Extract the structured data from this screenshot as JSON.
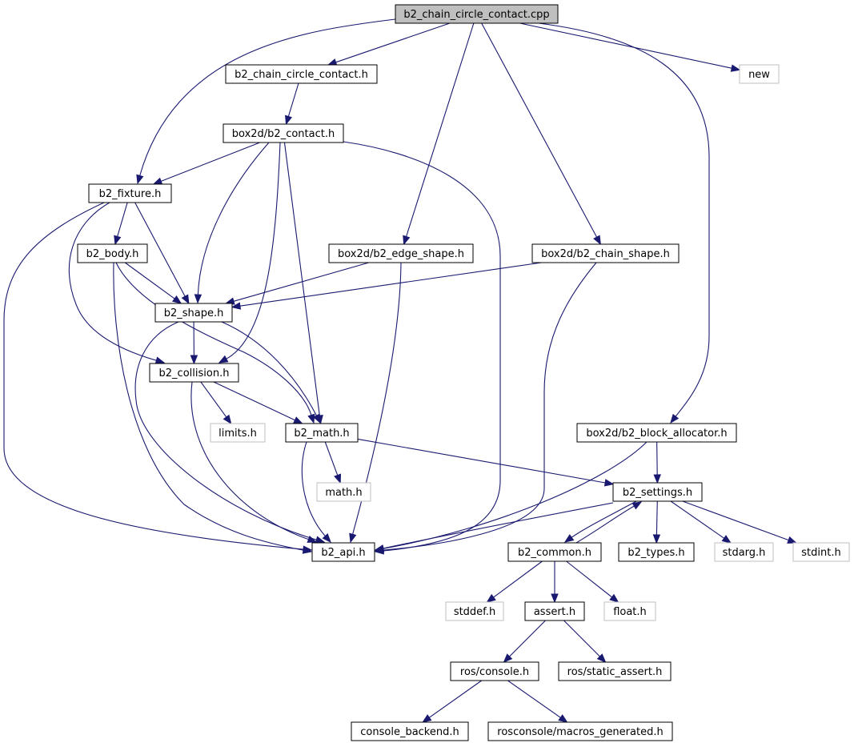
{
  "graph": {
    "nodes": [
      {
        "id": "cpp",
        "label": "b2_chain_circle_contact.cpp",
        "style": "root"
      },
      {
        "id": "cch",
        "label": "b2_chain_circle_contact.h",
        "style": "normal"
      },
      {
        "id": "new",
        "label": "new",
        "style": "external"
      },
      {
        "id": "contact",
        "label": "box2d/b2_contact.h",
        "style": "normal"
      },
      {
        "id": "fixture",
        "label": "b2_fixture.h",
        "style": "normal"
      },
      {
        "id": "body",
        "label": "b2_body.h",
        "style": "normal"
      },
      {
        "id": "edge",
        "label": "box2d/b2_edge_shape.h",
        "style": "normal"
      },
      {
        "id": "chain",
        "label": "box2d/b2_chain_shape.h",
        "style": "normal"
      },
      {
        "id": "shape",
        "label": "b2_shape.h",
        "style": "normal"
      },
      {
        "id": "coll",
        "label": "b2_collision.h",
        "style": "normal"
      },
      {
        "id": "limits",
        "label": "limits.h",
        "style": "external"
      },
      {
        "id": "math",
        "label": "b2_math.h",
        "style": "normal"
      },
      {
        "id": "block",
        "label": "box2d/b2_block_allocator.h",
        "style": "normal"
      },
      {
        "id": "mathh",
        "label": "math.h",
        "style": "external"
      },
      {
        "id": "settings",
        "label": "b2_settings.h",
        "style": "normal"
      },
      {
        "id": "api",
        "label": "b2_api.h",
        "style": "normal"
      },
      {
        "id": "common",
        "label": "b2_common.h",
        "style": "normal"
      },
      {
        "id": "types",
        "label": "b2_types.h",
        "style": "normal"
      },
      {
        "id": "stdarg",
        "label": "stdarg.h",
        "style": "external"
      },
      {
        "id": "stdint",
        "label": "stdint.h",
        "style": "external"
      },
      {
        "id": "stddef",
        "label": "stddef.h",
        "style": "external"
      },
      {
        "id": "assert",
        "label": "assert.h",
        "style": "normal"
      },
      {
        "id": "float",
        "label": "float.h",
        "style": "external"
      },
      {
        "id": "rosconsole",
        "label": "ros/console.h",
        "style": "normal"
      },
      {
        "id": "static",
        "label": "ros/static_assert.h",
        "style": "normal"
      },
      {
        "id": "backend",
        "label": "console_backend.h",
        "style": "normal"
      },
      {
        "id": "macros",
        "label": "rosconsole/macros_generated.h",
        "style": "normal"
      }
    ],
    "edges": [
      {
        "from": "cpp",
        "to": "cch"
      },
      {
        "from": "cpp",
        "to": "fixture"
      },
      {
        "from": "cpp",
        "to": "edge"
      },
      {
        "from": "cpp",
        "to": "chain"
      },
      {
        "from": "cpp",
        "to": "block"
      },
      {
        "from": "cpp",
        "to": "new"
      },
      {
        "from": "cch",
        "to": "contact"
      },
      {
        "from": "contact",
        "to": "fixture"
      },
      {
        "from": "contact",
        "to": "shape"
      },
      {
        "from": "contact",
        "to": "coll"
      },
      {
        "from": "contact",
        "to": "math"
      },
      {
        "from": "contact",
        "to": "api"
      },
      {
        "from": "fixture",
        "to": "body"
      },
      {
        "from": "fixture",
        "to": "shape"
      },
      {
        "from": "fixture",
        "to": "coll"
      },
      {
        "from": "fixture",
        "to": "api"
      },
      {
        "from": "body",
        "to": "shape"
      },
      {
        "from": "body",
        "to": "math"
      },
      {
        "from": "body",
        "to": "api"
      },
      {
        "from": "edge",
        "to": "shape"
      },
      {
        "from": "edge",
        "to": "api"
      },
      {
        "from": "chain",
        "to": "shape"
      },
      {
        "from": "chain",
        "to": "api"
      },
      {
        "from": "shape",
        "to": "coll"
      },
      {
        "from": "shape",
        "to": "math"
      },
      {
        "from": "shape",
        "to": "api"
      },
      {
        "from": "coll",
        "to": "limits"
      },
      {
        "from": "coll",
        "to": "math"
      },
      {
        "from": "coll",
        "to": "api"
      },
      {
        "from": "math",
        "to": "mathh"
      },
      {
        "from": "math",
        "to": "api"
      },
      {
        "from": "math",
        "to": "settings"
      },
      {
        "from": "block",
        "to": "settings"
      },
      {
        "from": "block",
        "to": "api"
      },
      {
        "from": "settings",
        "to": "api"
      },
      {
        "from": "settings",
        "to": "common"
      },
      {
        "from": "settings",
        "to": "types"
      },
      {
        "from": "settings",
        "to": "stdarg"
      },
      {
        "from": "settings",
        "to": "stdint"
      },
      {
        "from": "common",
        "to": "settings"
      },
      {
        "from": "common",
        "to": "stddef"
      },
      {
        "from": "common",
        "to": "assert"
      },
      {
        "from": "common",
        "to": "float"
      },
      {
        "from": "assert",
        "to": "rosconsole"
      },
      {
        "from": "assert",
        "to": "static"
      },
      {
        "from": "rosconsole",
        "to": "backend"
      },
      {
        "from": "rosconsole",
        "to": "macros"
      }
    ]
  },
  "colors": {
    "edge": "#191970",
    "root_fill": "#bfbfbf",
    "root_border": "#000000",
    "normal_fill": "#ffffff",
    "normal_border": "#000000",
    "external_border": "#bfbfbf",
    "external_fill": "#ffffff"
  }
}
